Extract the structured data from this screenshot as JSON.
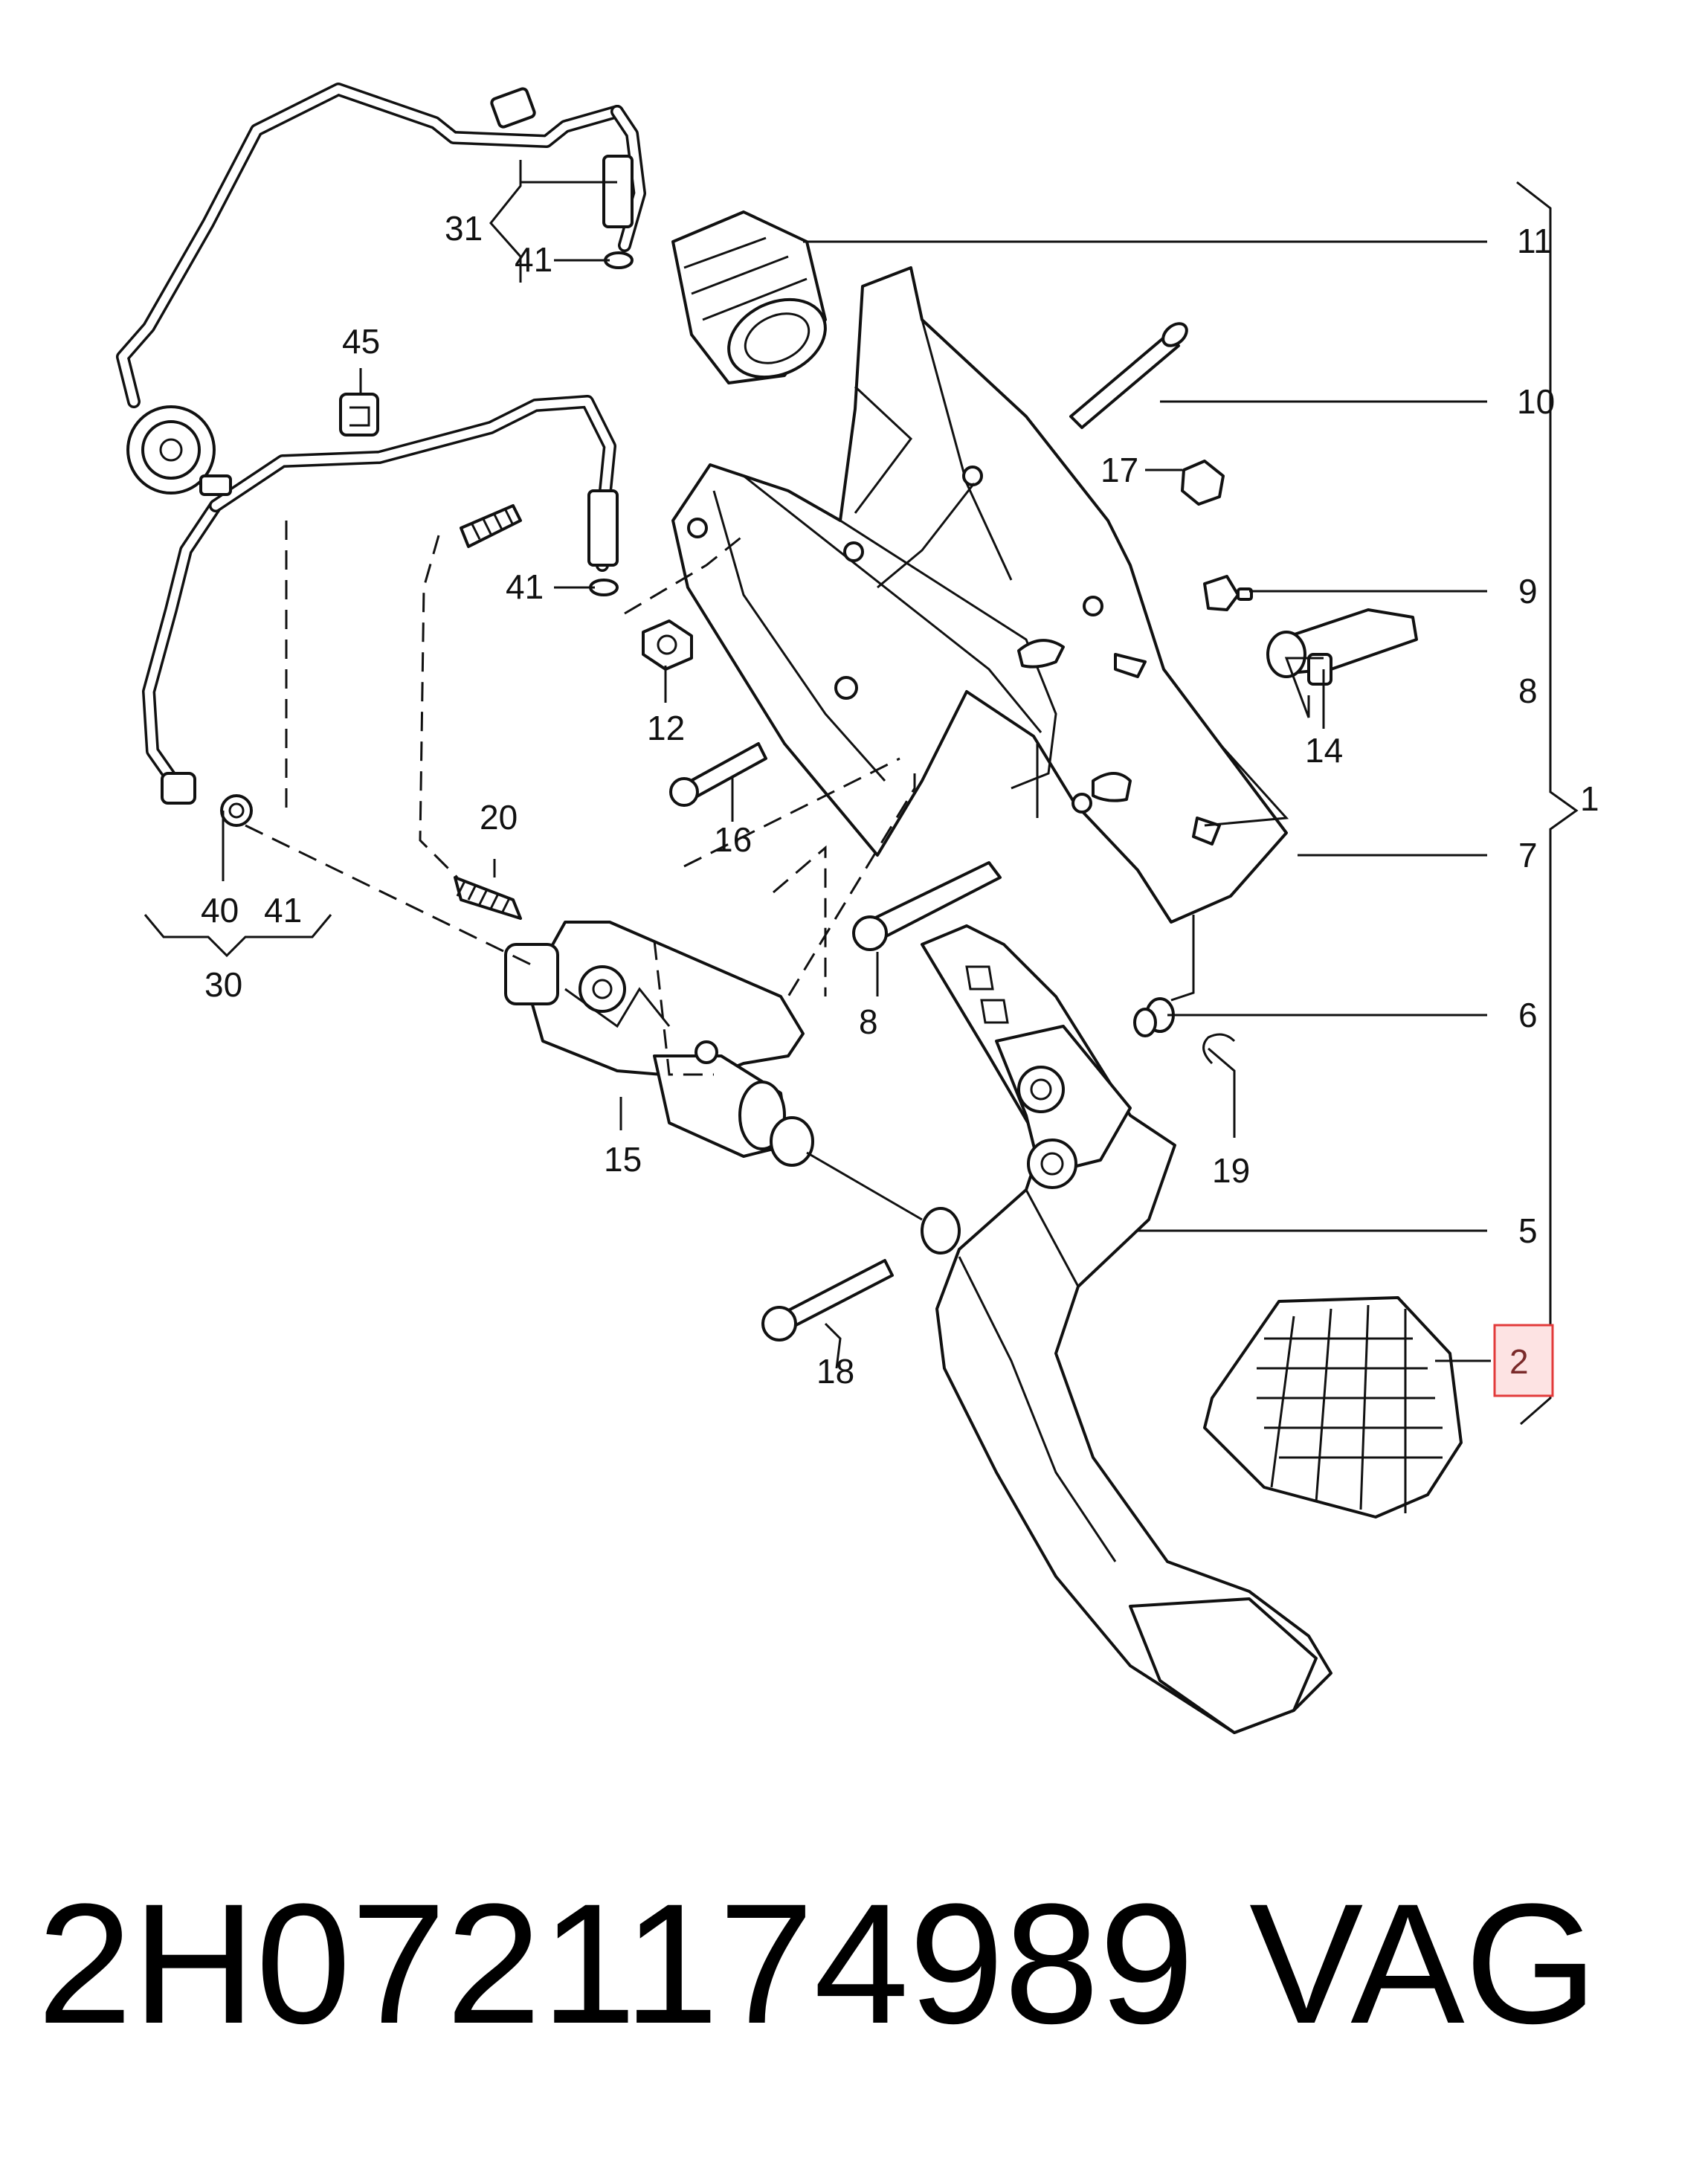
{
  "diagram": {
    "callouts": {
      "c1": "1",
      "c2": "2",
      "c5": "5",
      "c6": "6",
      "c7": "7",
      "c8_right": "8",
      "c8_mid": "8",
      "c9": "9",
      "c10": "10",
      "c11": "11",
      "c12": "12",
      "c14": "14",
      "c15": "15",
      "c16": "16",
      "c17": "17",
      "c18": "18",
      "c19": "19",
      "c20": "20",
      "c30": "30",
      "c31": "31",
      "c40": "40",
      "c41_top": "41",
      "c41_mid": "41",
      "c41_bottom": "41",
      "c45": "45"
    },
    "highlight_color": "#e23b3b"
  },
  "footer": {
    "part_number": "2H0721174989",
    "brand": "VAG"
  }
}
